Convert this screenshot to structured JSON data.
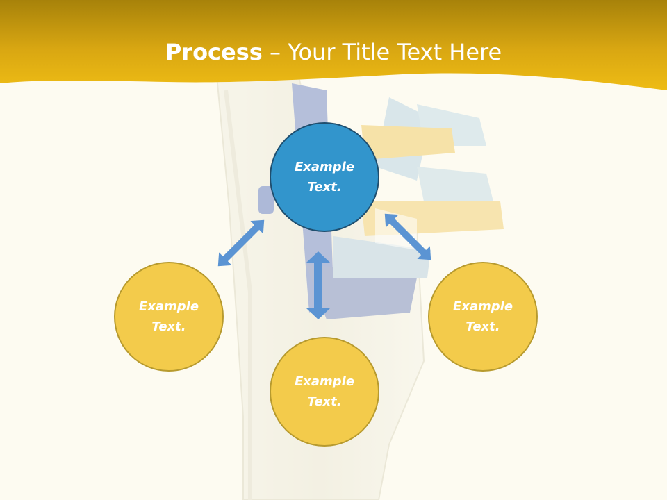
{
  "header": {
    "title_bold": "Process",
    "title_rest": " – Your Title Text Here"
  },
  "diagram": {
    "top_node": "Example Text.",
    "left_node": "Example Text.",
    "bottom_node": "Example Text.",
    "right_node": "Example Text."
  },
  "colors": {
    "header_gold": "#e8b20f",
    "node_blue": "#3295cc",
    "node_yellow": "#f3cb4b",
    "arrow_blue": "#5b94d3"
  }
}
